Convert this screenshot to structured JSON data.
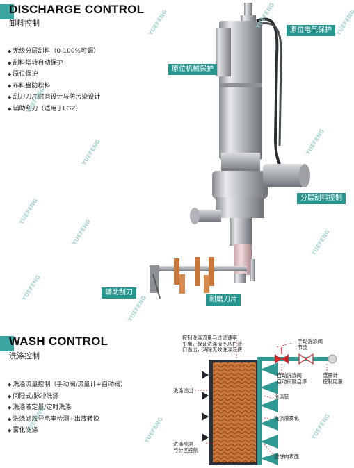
{
  "discharge": {
    "title": "DISCHARGE CONTROL",
    "subtitle": "卸料控制",
    "bullets": [
      "无级分层刮料（0-100%可调）",
      "刮料塔转自动保护",
      "原位保护",
      "布料盘防积料",
      "刮刀刀片耐磨设计与防污染设计",
      "辅助刮刀（适用于LGZ）"
    ],
    "callouts": {
      "electric": "原位电气保护",
      "mechanical": "原位机械保护",
      "layer": "分层刮料控制",
      "aux_blade": "辅助刮刀",
      "wear_blade": "耐磨刀片"
    }
  },
  "wash": {
    "title": "WASH CONTROL",
    "subtitle": "洗涤控制",
    "bullets": [
      "洗涤流量控制（手动阀/流量计+自动阀）",
      "间隙式/脉冲洗涤",
      "洗涤液定量/定时洗涤",
      "洗涤滤液导电率检测+出液转换",
      "雾化洗涤"
    ],
    "diagram": {
      "note_top": [
        "控制洗涤流量与过滤速率",
        "平衡，保证洗涤液不从拦液",
        "口溢出，消除无效洗涤浪费"
      ],
      "manual_valve": [
        "手动洗涤阀",
        "节流"
      ],
      "auto_valve": [
        "自动洗涤阀",
        "自动间隙启停"
      ],
      "flowmeter": [
        "流量计",
        "控制用量"
      ],
      "wash_filtrate": "洗涤滤出",
      "wash_pipe": "洗涤管",
      "atomize": "洗涤液雾化",
      "detect": [
        "洗涤检测",
        "与分区控制"
      ],
      "inner_surface": "滤饼内表面"
    }
  },
  "watermark": "YUEFENG",
  "colors": {
    "accent": "#3aa5a0",
    "tag": "#26968f",
    "cake": "#c8773a",
    "valve": "#d8262b"
  }
}
